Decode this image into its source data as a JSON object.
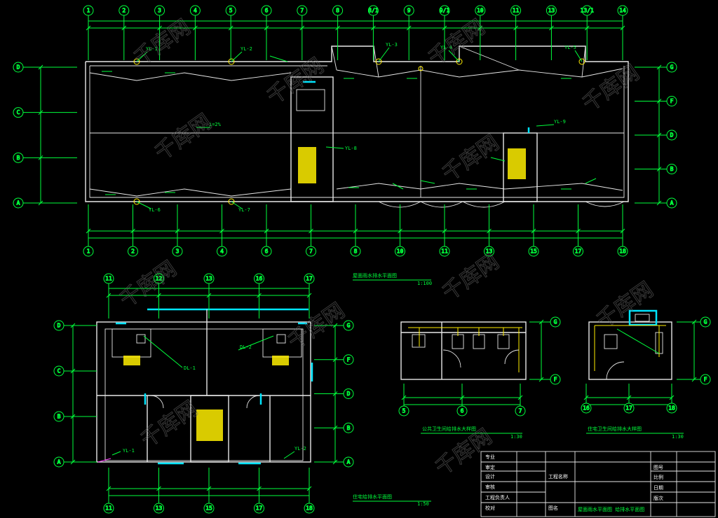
{
  "drawing": {
    "main_plan": {
      "axes_top": [
        "1",
        "2",
        "3",
        "4",
        "5",
        "6",
        "7",
        "8",
        "8/1",
        "9",
        "9/1",
        "10",
        "11",
        "13",
        "13/1",
        "14"
      ],
      "axes_bottom": [
        "1",
        "2",
        "3",
        "4",
        "6",
        "7",
        "8",
        "10",
        "11",
        "13",
        "15",
        "17",
        "18"
      ],
      "axes_left": [
        "D",
        "C",
        "B",
        "A"
      ],
      "axes_right": [
        "G",
        "F",
        "D",
        "B",
        "A"
      ],
      "title": "屋面雨水排水平面图",
      "scale": "1:100"
    },
    "unit_plan": {
      "axes_top": [
        "11",
        "12",
        "13",
        "16",
        "17"
      ],
      "axes_bottom": [
        "11",
        "13",
        "15",
        "17",
        "18"
      ],
      "axes_left": [
        "D",
        "C",
        "B",
        "A"
      ],
      "axes_right": [
        "G",
        "F",
        "D",
        "B",
        "A"
      ],
      "title": "住宅给排水平面图",
      "scale": "1:50"
    },
    "detail_1": {
      "title": "公共卫生间给排水大样图",
      "scale": "1:30",
      "axes_bottom": [
        "5",
        "6",
        "7"
      ],
      "axes_right": [
        "G",
        "F"
      ]
    },
    "detail_2": {
      "title": "住宅卫生间给排水大样图",
      "scale": "1:30",
      "axes_bottom": [
        "16",
        "17",
        "18"
      ],
      "axes_right": [
        "G",
        "F"
      ]
    },
    "title_block": {
      "project_label": "工程名称",
      "drawing_label": "图名",
      "rows_left": [
        "设计",
        "审核",
        "工程负责人",
        "校对",
        "审定",
        "专业"
      ],
      "drawing_name": "屋面雨水平面图 给排水平面图",
      "fields_right": [
        "图号",
        "比例",
        "日期",
        "版次"
      ]
    },
    "watermark": "千库网"
  }
}
